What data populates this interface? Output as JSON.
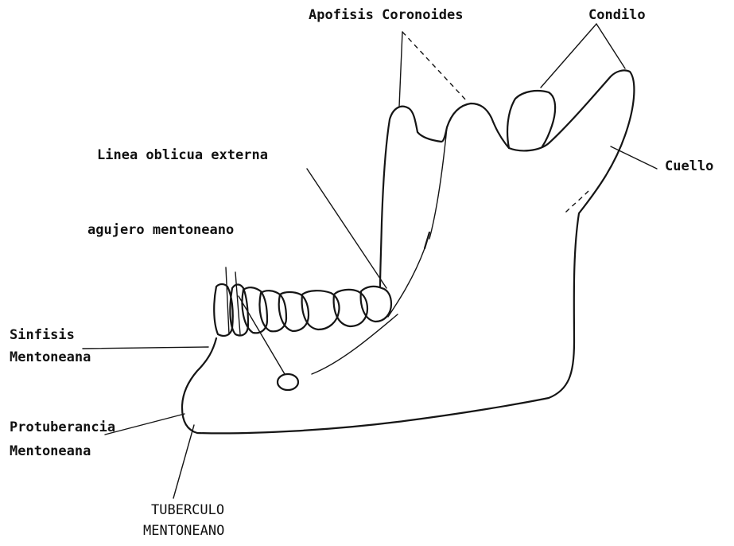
{
  "diagram": {
    "labels": {
      "apofisis_coronoides": "Apofisis Coronoides",
      "condilo": "Condilo",
      "cuello": "Cuello",
      "linea_oblicua_externa": "Linea oblicua externa",
      "agujero_mentoneano": "agujero mentoneano",
      "sinfisis_line1": "Sinfisis",
      "sinfisis_line2": "Mentoneana",
      "protuberancia_line1": "Protuberancia",
      "protuberancia_line2": "Mentoneana",
      "tuberculo_line1": "TUBERCULO",
      "tuberculo_line2": "MENTONEANO"
    }
  }
}
